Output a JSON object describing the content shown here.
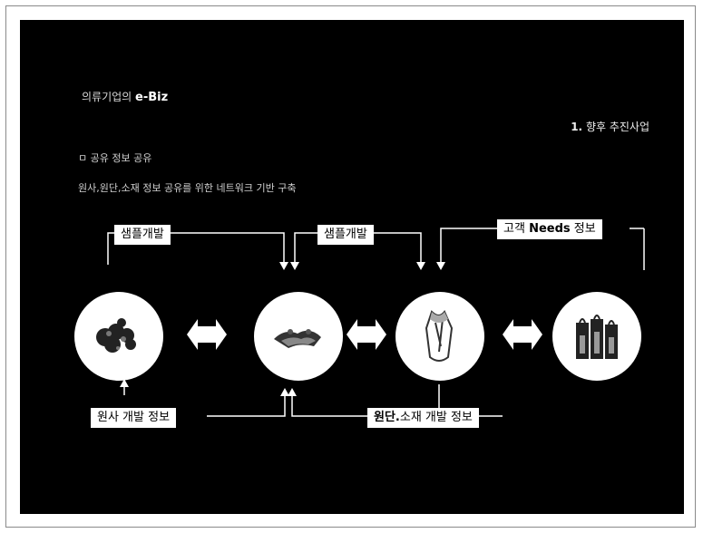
{
  "slide": {
    "title_prefix": "의류기업의",
    "title_main": "e-Biz",
    "section_number": "1.",
    "section_title": "향후 추진사업",
    "bullet": "ㅁ 공유 정보 공유",
    "description": "원사,원단,소재 정보 공유를 위한 네트워크 기반 구축"
  },
  "labels": {
    "sample_dev_left": "샘플개발",
    "sample_dev_right": "샘플개발",
    "customer_prefix": "고객",
    "customer_bold": "Needs",
    "customer_suffix": "정보",
    "yarn_info": "원사 개발 정보",
    "fabric_info_bold": "원단.",
    "fabric_info_rest": "소재 개발 정보"
  },
  "icons": {
    "stage1": "yarn-image",
    "stage2": "fabric-image",
    "stage3": "garment-image",
    "stage4": "shopping-bags-image",
    "connector": "double-arrow-icon"
  }
}
